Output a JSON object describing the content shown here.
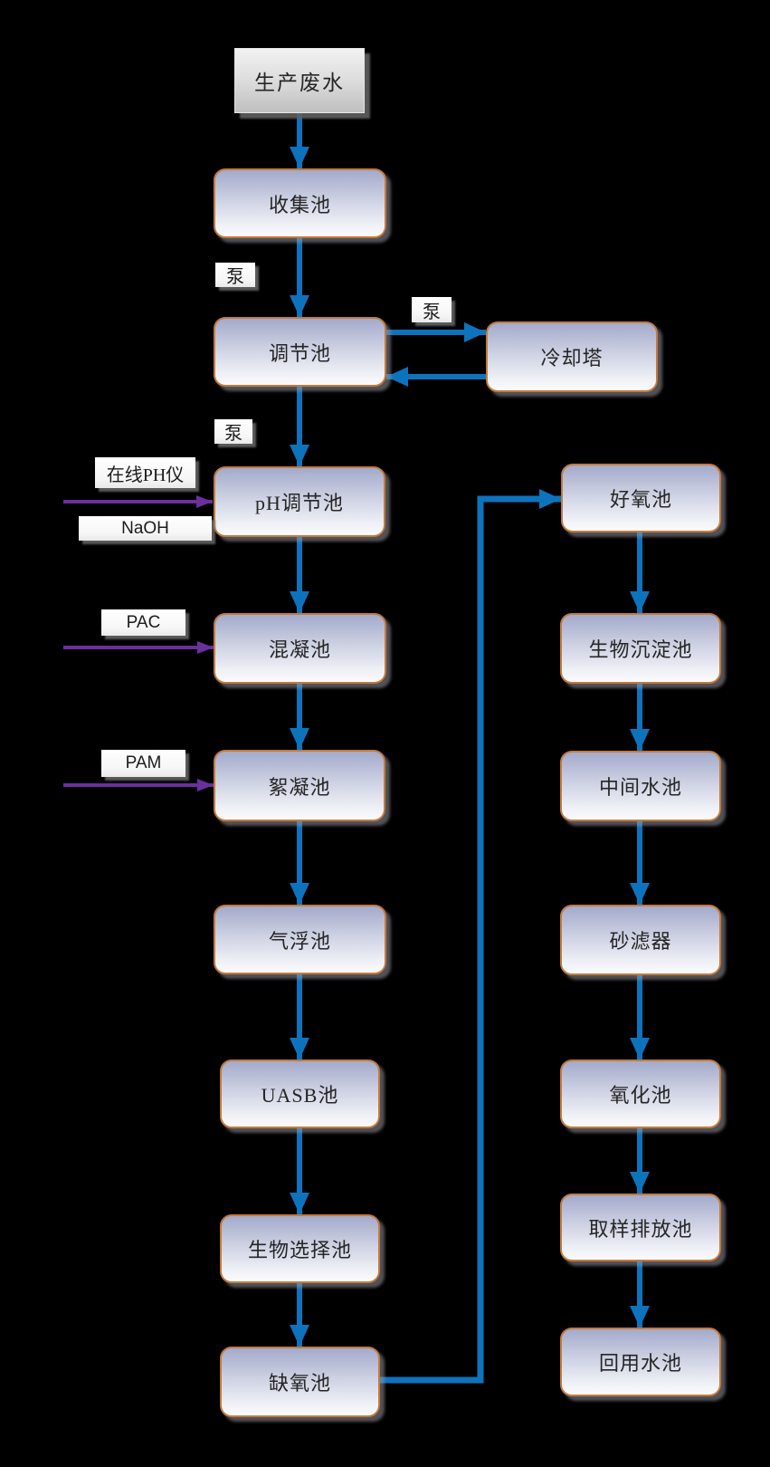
{
  "diagram": {
    "title_hint": "wastewater-treatment-process-flow",
    "colors": {
      "background": "#000000",
      "flow_arrow_blue": "#0e73bd",
      "dosing_arrow_purple": "#6b2f9e",
      "node_border_orange": "#c47a3c",
      "node_gradient_top": "#a3aacb",
      "node_gradient_bottom": "#fbfbfd",
      "source_box_gray": "#dadada"
    }
  },
  "nodes": {
    "source": {
      "label": "生产废水"
    },
    "left": [
      {
        "label": "收集池"
      },
      {
        "label": "调节池"
      },
      {
        "label": "pH调节池"
      },
      {
        "label": "混凝池"
      },
      {
        "label": "絮凝池"
      },
      {
        "label": "气浮池"
      },
      {
        "label": "UASB池"
      },
      {
        "label": "生物选择池"
      },
      {
        "label": "缺氧池"
      }
    ],
    "cooling": {
      "label": "冷却塔"
    },
    "right": [
      {
        "label": "好氧池"
      },
      {
        "label": "生物沉淀池"
      },
      {
        "label": "中间水池"
      },
      {
        "label": "砂滤器"
      },
      {
        "label": "氧化池"
      },
      {
        "label": "取样排放池"
      },
      {
        "label": "回用水池"
      }
    ]
  },
  "labels": {
    "pump1": "泵",
    "pump2": "泵",
    "pump3": "泵",
    "online_ph": "在线PH仪",
    "naoh": "NaOH",
    "pac": "PAC",
    "pam": "PAM"
  }
}
